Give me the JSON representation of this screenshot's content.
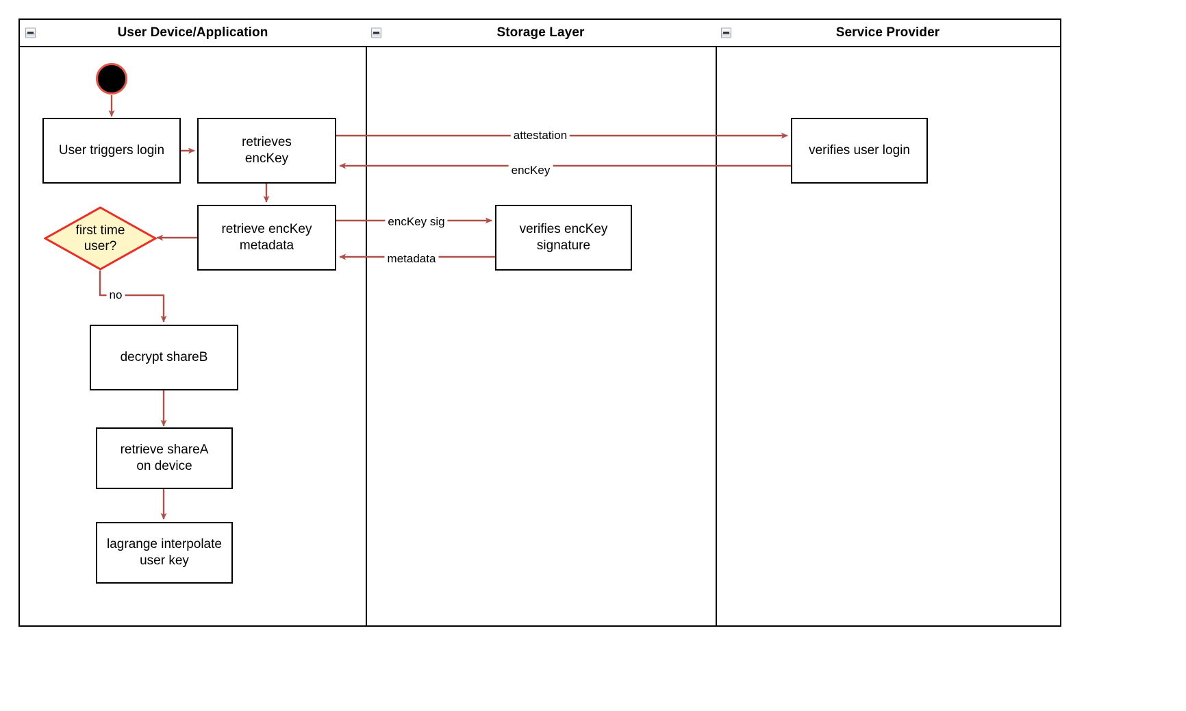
{
  "diagram": {
    "type": "swimlane-activity-diagram",
    "accent_edge_color": "#AE4F4A",
    "start_node_border_color": "#E8544A",
    "decision_fill_color": "#FFF6C8",
    "decision_border_color": "#EE2E24",
    "node_border_color": "#000000",
    "lanes": [
      {
        "id": "user-device",
        "title": "User Device/Application",
        "collapse_icon": "minus-square-icon"
      },
      {
        "id": "storage-layer",
        "title": "Storage Layer",
        "collapse_icon": "minus-square-icon"
      },
      {
        "id": "service-provider",
        "title": "Service Provider",
        "collapse_icon": "minus-square-icon"
      }
    ],
    "nodes": [
      {
        "id": "start",
        "shape": "start-circle",
        "label": ""
      },
      {
        "id": "user-triggers-login",
        "shape": "rect",
        "label": "User triggers login"
      },
      {
        "id": "retrieves-enckey",
        "shape": "rect",
        "label": "retrieves\nencKey",
        "line1": "retrieves",
        "line2": "encKey"
      },
      {
        "id": "retrieve-enckey-metadata",
        "shape": "rect",
        "label": "retrieve encKey\nmetadata",
        "line1": "retrieve encKey",
        "line2": "metadata"
      },
      {
        "id": "first-time-user",
        "shape": "diamond",
        "label": "first time\nuser?",
        "line1": "first time",
        "line2": "user?"
      },
      {
        "id": "decrypt-shareb",
        "shape": "rect",
        "label": "decrypt shareB"
      },
      {
        "id": "retrieve-sharea-on-device",
        "shape": "rect",
        "label": "retrieve shareA\non device",
        "line1": "retrieve shareA",
        "line2": "on device"
      },
      {
        "id": "lagrange-interpolate-user-key",
        "shape": "rect",
        "label": "lagrange interpolate\nuser key",
        "line1": "lagrange interpolate",
        "line2": "user key"
      },
      {
        "id": "verifies-enckey-signature",
        "shape": "rect",
        "label": "verifies encKey\nsignature",
        "line1": "verifies encKey",
        "line2": "signature"
      },
      {
        "id": "verifies-user-login",
        "shape": "rect",
        "label": "verifies user login"
      }
    ],
    "edges": [
      {
        "id": "e-start-login",
        "from": "start",
        "to": "user-triggers-login",
        "label": ""
      },
      {
        "id": "e-login-retrieves",
        "from": "user-triggers-login",
        "to": "retrieves-enckey",
        "label": ""
      },
      {
        "id": "e-attestation",
        "from": "retrieves-enckey",
        "to": "verifies-user-login",
        "label": "attestation"
      },
      {
        "id": "e-enckey",
        "from": "verifies-user-login",
        "to": "retrieves-enckey",
        "label": "encKey"
      },
      {
        "id": "e-retrieves-metadata",
        "from": "retrieves-enckey",
        "to": "retrieve-enckey-metadata",
        "label": ""
      },
      {
        "id": "e-enckey-sig",
        "from": "retrieve-enckey-metadata",
        "to": "verifies-enckey-signature",
        "label": "encKey sig"
      },
      {
        "id": "e-metadata",
        "from": "verifies-enckey-signature",
        "to": "retrieve-enckey-metadata",
        "label": "metadata"
      },
      {
        "id": "e-metadata-decision",
        "from": "retrieve-enckey-metadata",
        "to": "first-time-user",
        "label": ""
      },
      {
        "id": "e-no",
        "from": "first-time-user",
        "to": "decrypt-shareb",
        "label": "no"
      },
      {
        "id": "e-decrypt-retrieve",
        "from": "decrypt-shareb",
        "to": "retrieve-sharea-on-device",
        "label": ""
      },
      {
        "id": "e-retrieve-lagrange",
        "from": "retrieve-sharea-on-device",
        "to": "lagrange-interpolate-user-key",
        "label": ""
      }
    ]
  }
}
